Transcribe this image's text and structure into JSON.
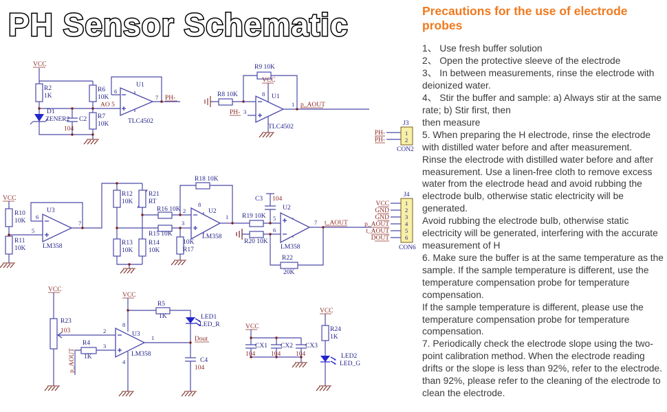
{
  "title": "PH Sensor Schematic",
  "panel": {
    "heading": "Precautions for the use of electrode probes",
    "heading_color": "#f1791d",
    "paragraphs": [
      "1、 Use fresh buffer solution",
      "2、 Open the protective sleeve of the electrode",
      "3、 In between measurements, rinse the electrode with deionized water.",
      "4、 Stir the buffer and sample: a) Always stir at the same rate; b) Stir first, then",
      "then measure",
      "5. When preparing the H electrode, rinse the electrode with distilled water before and after measurement.",
      "Rinse the electrode with distilled water before and after measurement. Use a linen-free cloth to remove excess water from the electrode head and avoid rubbing the electrode bulb, otherwise static electricity will be generated.",
      "Avoid rubbing the electrode bulb, otherwise static electricity will be generated, interfering with the accurate measurement of H",
      "6. Make sure the buffer is at the same temperature as the sample. If the sample temperature is different, use the temperature compensation probe for temperature compensation.",
      "If the sample temperature is different, please use the temperature compensation probe for temperature compensation.",
      "7. Periodically check the electrode slope using the two-point calibration method. When the electrode reading drifts or the slope is less than 92%, refer to the electrode.",
      "than 92%, please refer to the cleaning of the electrode to clean the electrode."
    ]
  },
  "schematic": {
    "colors": {
      "wire": "#4a49a8",
      "net_label": "#8c2b26",
      "ref_label": "#24248a",
      "device_fill": "#2525cc",
      "connector_fill": "#f7f0a6"
    },
    "labels": {
      "aVcc": "VCC",
      "aR2": "R2",
      "aR2v": "1K",
      "aD1": "D1",
      "aD1v": "ZENER2",
      "aC2": "C2",
      "aC2v": "104",
      "aR6": "R6",
      "aR6v": "10K",
      "aR7": "R7",
      "aR7v": "10K",
      "aAo": "AO 5",
      "aP6": "6",
      "aU": "U1",
      "aUv": "TLC4502",
      "aP7": "7",
      "aPh": "PH-",
      "bR9": "R9 10K",
      "bVcc": "VCC",
      "bP8": "8",
      "bR8": "R8 10K",
      "bPh": "PH-",
      "bP3": "3",
      "bU": "U1",
      "bUv": "TLC4502",
      "bP1": "1",
      "bOut": "p_AOUT",
      "cVcc": "VCC",
      "cR10": "R10",
      "cR10v": "10K",
      "cR11": "R11",
      "cR11v": "10K",
      "cP5": "5",
      "cP6": "6",
      "cU3": "U3",
      "cU3v": "LM358",
      "cP7": "7",
      "cR12": "R12",
      "cR12v": "10K",
      "cR21": "R21",
      "cR21v": "RT",
      "cR13": "R13",
      "cR13v": "10K",
      "cR14": "R14",
      "cR14v": "10K",
      "cR16": "R16 10K",
      "cR15": "R15 10K",
      "cP2": "2",
      "cP3": "3",
      "cR17v": "10K",
      "cR17": "R17",
      "cR18": "R18 10K",
      "cP8": "8",
      "cU2a": "U2",
      "cU2av": "LM358",
      "cP1": "1",
      "cC3": "C3",
      "cC3v": "104",
      "cR19": "R19 10K",
      "cP5b": "5",
      "cR20": "R20 10K",
      "cP6b": "6",
      "cU2b": "U2",
      "cU2bv": "LM358",
      "cP7b": "7",
      "cTout": "t_AOUT",
      "cR22": "R22",
      "cR22v": "20K",
      "j3": "J3",
      "j3p1": "1",
      "j3p2": "2",
      "j3l1": "PH-",
      "j3l2": "PH-",
      "j3con": "CON2",
      "j4": "J4",
      "j4p1": "1",
      "j4p2": "2",
      "j4p3": "3",
      "j4p4": "4",
      "j4p5": "5",
      "j4p6": "6",
      "j4l1": "VCC",
      "j4l2": "GND",
      "j4l3": "GND",
      "j4l4": "p_AOUT",
      "j4l5": "t_AOUT",
      "j4l6": "DOUT",
      "j4con": "CON6",
      "dVcc1": "VCC",
      "dR23": "R23",
      "dR23v": "103",
      "dP2": "2",
      "dR4": "R4",
      "dR4v": "1K",
      "dP3": "3",
      "dPA": "p_AOUT",
      "dP8": "8",
      "dU3": "U3",
      "dU3v": "LM358",
      "dP4": "4",
      "dP1": "1",
      "dVcc2": "VCC",
      "dR5": "R5",
      "dR5v": "1K",
      "dLed1": "LED1",
      "dLed1v": "LED_R",
      "dDout": "Dout",
      "dC4": "C4",
      "dC4v": "104",
      "dVcc3": "VCC",
      "dCx1": "CX1",
      "dCx1v": "104",
      "dCx2": "CX2",
      "dCx2v": "104",
      "dCx3": "CX3",
      "dCx3v": "104",
      "dVcc4": "VCC",
      "dR24": "R24",
      "dR24v": "1K",
      "dLed2": "LED2",
      "dLed2v": "LED_G"
    }
  }
}
